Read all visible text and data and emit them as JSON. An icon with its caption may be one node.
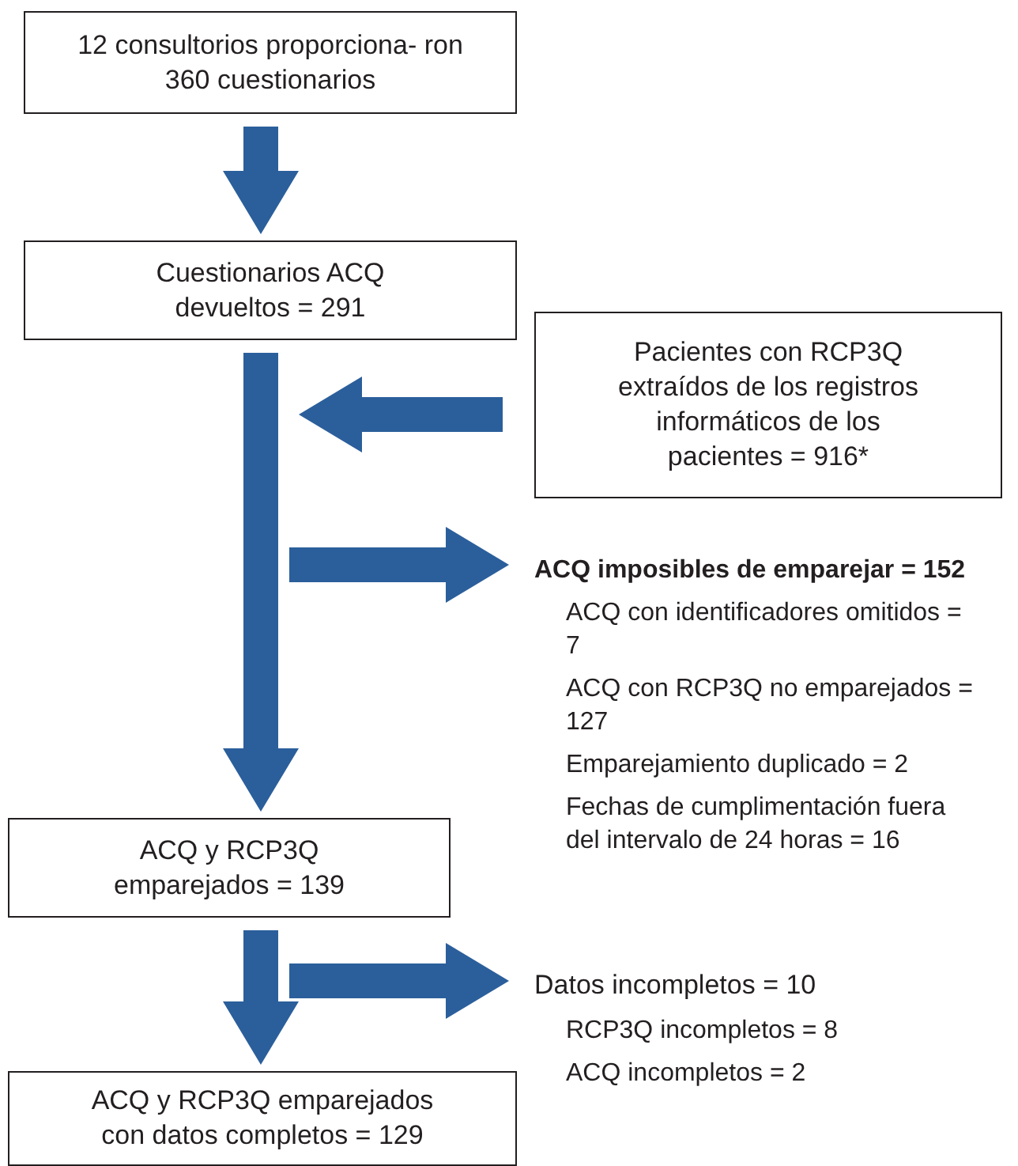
{
  "diagram": {
    "nodes": [
      {
        "text": [
          "12 consultorios proporciona- ron 360 cuestionarios"
        ]
      },
      {
        "text": [
          "Cuestionarios ACQ devueltos = 291"
        ]
      },
      {
        "text": [
          "Pacientes con RCP3Q extraídos de los registros informáticos de los pacientes = 916*"
        ]
      },
      {
        "text": [
          "ACQ imposibles de emparejar = 152",
          "ACQ con identificadores omitidos = 7",
          "ACQ con RCP3Q no emparejados = 127",
          "Emparejamiento duplicado = 2",
          "Fechas de cumplimentación fuera del intervalo de 24 horas = 16"
        ]
      },
      {
        "text": [
          "ACQ y RCP3Q emparejados = 139"
        ]
      },
      {
        "text": [
          "Datos incompletos = 10",
          "RCP3Q incompletos = 8",
          "ACQ incompletos = 2"
        ]
      },
      {
        "text": [
          "ACQ y RCP3Q emparejados con datos completos = 129"
        ]
      }
    ],
    "edges": [
      {
        "from": 0,
        "to": 1,
        "arrow": "to"
      },
      {
        "from": 1,
        "to": 4,
        "arrow": "to"
      },
      {
        "from": 2,
        "to": 1,
        "arrow": "to"
      },
      {
        "from": null,
        "to": 3,
        "arrow": "to"
      },
      {
        "from": 4,
        "to": 6,
        "arrow": "to"
      },
      {
        "from": null,
        "to": 5,
        "arrow": "to"
      }
    ]
  }
}
